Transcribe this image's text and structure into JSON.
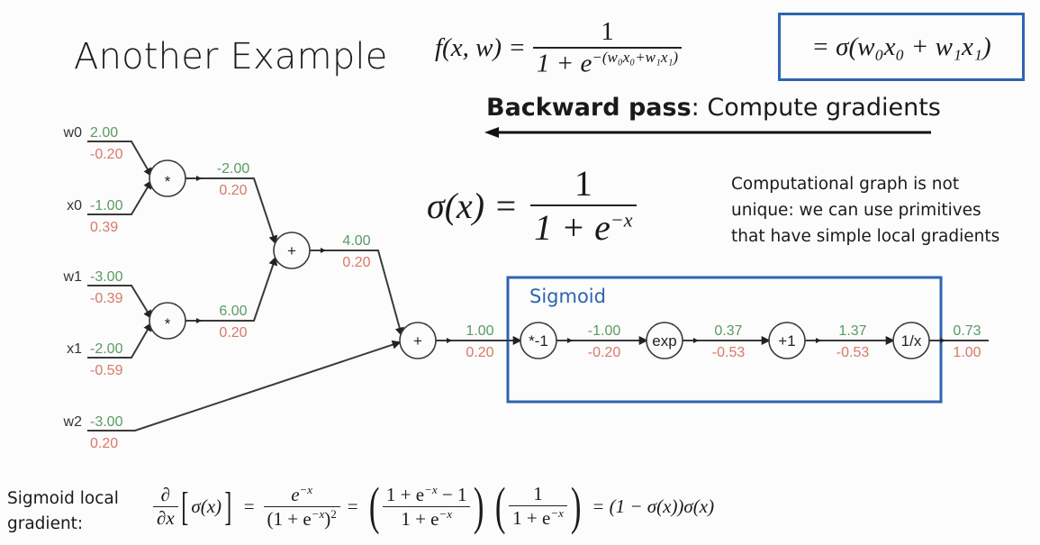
{
  "slide": {
    "title": "Another Example",
    "formula_top": {
      "lhs": "f(x, w) =",
      "numerator": "1",
      "denominator_base": "1 + e",
      "denominator_exp": "−(w₀x₀+w₁x₁)",
      "boxed": "= σ(w₀x₀ + w₁x₁)"
    },
    "backward_pass": {
      "bold": "Backward pass",
      "rest": ": Compute gradients"
    },
    "sigma_formula": {
      "lhs": "σ(x) =",
      "numerator": "1",
      "denominator_base": "1 + e",
      "denominator_exp": "−x"
    },
    "note_lines": [
      "Computational graph is not",
      "unique: we can use primitives",
      "that have simple local gradients"
    ],
    "sigmoid_box_label": "Sigmoid",
    "gradient_label": [
      "Sigmoid local",
      "gradient:"
    ],
    "gradient_formula": {
      "d_num": "∂",
      "d_den": "∂x",
      "bracket_content": "σ(x)",
      "eq1": "=",
      "f1_num": "e",
      "f1_num_exp": "−x",
      "f1_den": "(1 + e",
      "f1_den_exp": "−x",
      "f1_den_tail": ")",
      "f1_den_sq": "2",
      "eq2": "=",
      "f2_num": "1 + e",
      "f2_num_exp": "−x",
      "f2_num_tail": " − 1",
      "f2_den": "1 + e",
      "f2_den_exp": "−x",
      "f3_num": "1",
      "f3_den": "1 + e",
      "f3_den_exp": "−x",
      "result": "= (1 − σ(x))σ(x)"
    },
    "colors": {
      "forward_value": "#5a9a63",
      "gradient_value": "#d9786a",
      "box_blue": "#2f64b0",
      "sigmoid_label": "#2f64b0",
      "line": "#3a3a3a"
    }
  },
  "graph": {
    "inputs": [
      {
        "name": "w0",
        "value": "2.00",
        "grad": "-0.20"
      },
      {
        "name": "x0",
        "value": "-1.00",
        "grad": "0.39"
      },
      {
        "name": "w1",
        "value": "-3.00",
        "grad": "-0.39"
      },
      {
        "name": "x1",
        "value": "-2.00",
        "grad": "-0.59"
      },
      {
        "name": "w2",
        "value": "-3.00",
        "grad": "0.20"
      }
    ],
    "nodes": [
      {
        "id": "mul0",
        "op": "*"
      },
      {
        "id": "mul1",
        "op": "*"
      },
      {
        "id": "add0",
        "op": "+"
      },
      {
        "id": "add1",
        "op": "+"
      },
      {
        "id": "neg",
        "op": "*-1"
      },
      {
        "id": "exp",
        "op": "exp"
      },
      {
        "id": "plus1",
        "op": "+1"
      },
      {
        "id": "recip",
        "op": "1/x"
      }
    ],
    "edges": [
      {
        "from": "mul0",
        "value": "-2.00",
        "grad": "0.20"
      },
      {
        "from": "mul1",
        "value": "6.00",
        "grad": "0.20"
      },
      {
        "from": "add0",
        "value": "4.00",
        "grad": "0.20"
      },
      {
        "from": "add1",
        "value": "1.00",
        "grad": "0.20"
      },
      {
        "from": "neg",
        "value": "-1.00",
        "grad": "-0.20"
      },
      {
        "from": "exp",
        "value": "0.37",
        "grad": "-0.53"
      },
      {
        "from": "plus1",
        "value": "1.37",
        "grad": "-0.53"
      },
      {
        "from": "recip",
        "value": "0.73",
        "grad": "1.00"
      }
    ]
  }
}
